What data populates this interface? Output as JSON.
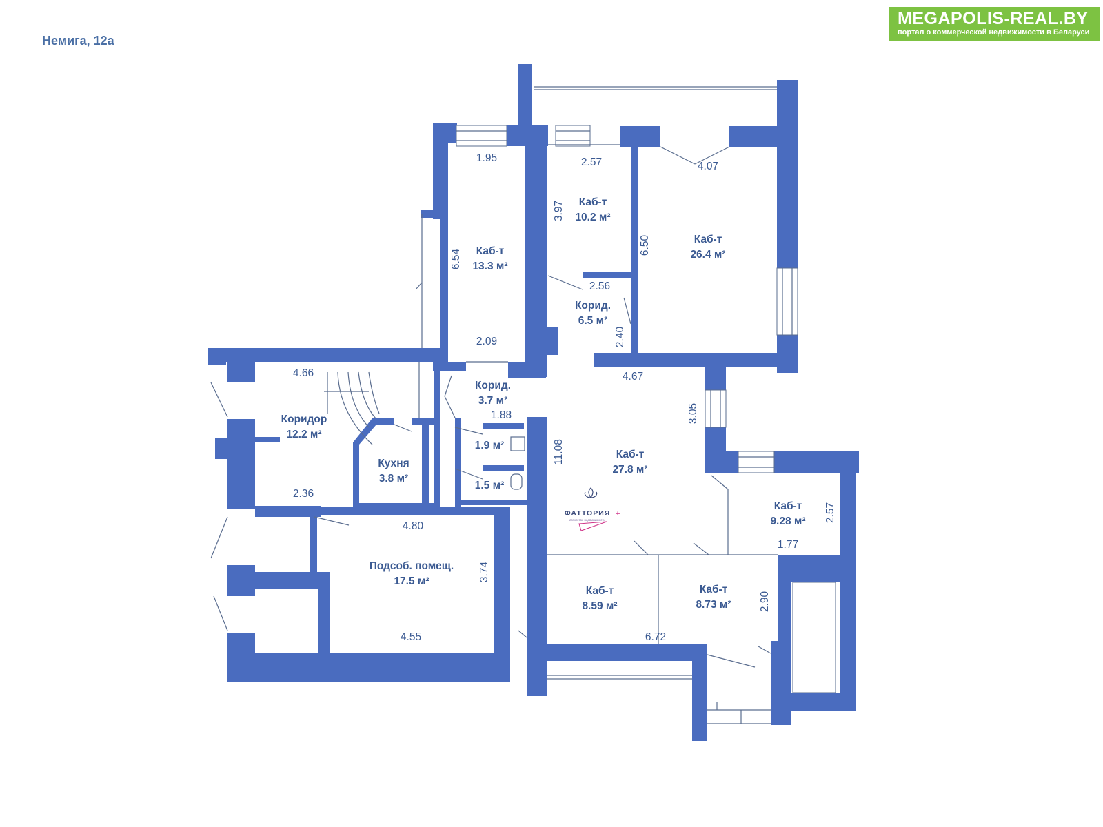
{
  "header": {
    "address": "Немига, 12а"
  },
  "badge": {
    "brand": "MEGAPOLIS-REAL.BY",
    "tagline": "портал о коммерческой недвижимости в Беларуси"
  },
  "logo": {
    "name": "ФАТТОРИЯ",
    "plus": "+",
    "subtitle": "агентство недвижимости"
  },
  "rooms": [
    {
      "id": "cab-13-3",
      "name": "Каб-т",
      "area": "13.3 м²"
    },
    {
      "id": "cab-10-2",
      "name": "Каб-т",
      "area": "10.2 м²"
    },
    {
      "id": "cab-26-4",
      "name": "Каб-т",
      "area": "26.4 м²"
    },
    {
      "id": "korid-6-5",
      "name": "Корид.",
      "area": "6.5 м²"
    },
    {
      "id": "korid-3-7",
      "name": "Корид.",
      "area": "3.7 м²"
    },
    {
      "id": "koridor-12-2",
      "name": "Коридор",
      "area": "12.2 м²"
    },
    {
      "id": "kuhnya",
      "name": "Кухня",
      "area": "3.8 м²"
    },
    {
      "id": "wc-1-9",
      "name": "",
      "area": "1.9 м²"
    },
    {
      "id": "wc-1-5",
      "name": "",
      "area": "1.5 м²"
    },
    {
      "id": "cab-27-8",
      "name": "Каб-т",
      "area": "27.8 м²"
    },
    {
      "id": "cab-9-28",
      "name": "Каб-т",
      "area": "9.28 м²"
    },
    {
      "id": "podsob",
      "name": "Подсоб. помещ.",
      "area": "17.5 м²"
    },
    {
      "id": "cab-8-59",
      "name": "Каб-т",
      "area": "8.59 м²"
    },
    {
      "id": "cab-8-73",
      "name": "Каб-т",
      "area": "8.73 м²"
    }
  ],
  "dims": [
    "1.95",
    "2.57",
    "4.07",
    "3.97",
    "6.54",
    "6.50",
    "2.56",
    "2.09",
    "2.40",
    "4.67",
    "4.66",
    "1.88",
    "3.05",
    "11.08",
    "2.36",
    "4.80",
    "3.74",
    "2.57",
    "1.77",
    "2.90",
    "4.55",
    "6.72"
  ],
  "colors": {
    "wall": "#4a6cbf",
    "text": "#3b5a92",
    "badge": "#7dc242"
  }
}
